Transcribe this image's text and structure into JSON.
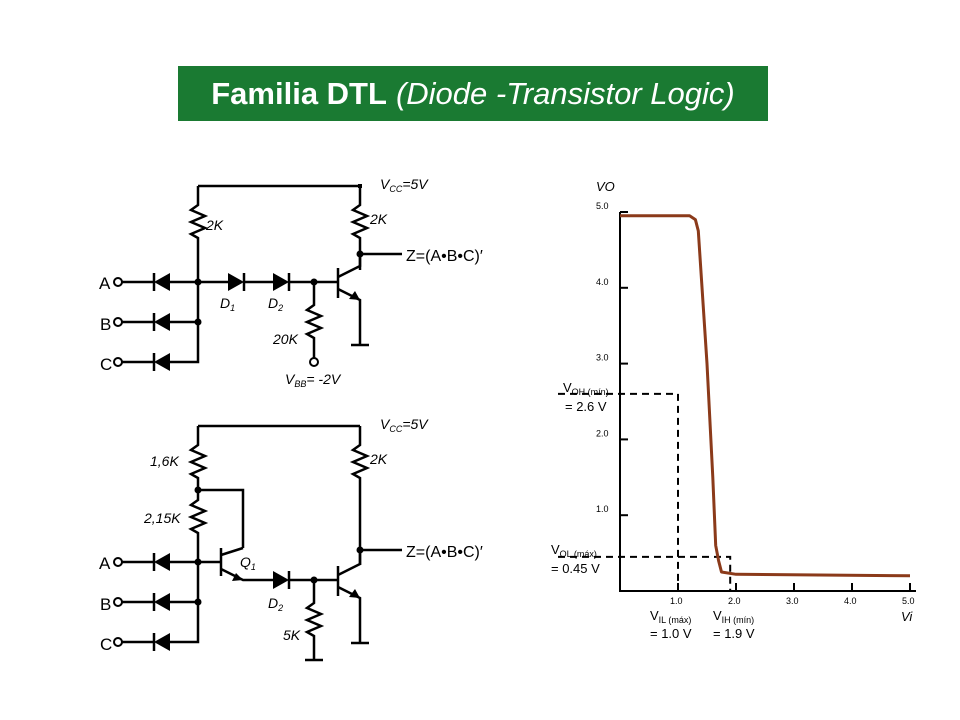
{
  "title": {
    "main": "Familia DTL",
    "sub": "(Diode -Transistor Logic)"
  },
  "colors": {
    "title_bg": "#1a7a32",
    "title_text": "#ffffff",
    "curve": "#8b3a1a"
  },
  "circuit1": {
    "inputs": [
      "A",
      "B",
      "C"
    ],
    "vcc_base": "V",
    "vcc_sub": "CC",
    "vcc_rest": "=5V",
    "r1": "2K",
    "r2": "2K",
    "r3": "20K",
    "d1_base": "D",
    "d1_sub": "1",
    "d2_base": "D",
    "d2_sub": "2",
    "vbb_base": "V",
    "vbb_sub": "BB",
    "vbb_rest": "= -2V",
    "output": "Z=(A•B•C)′"
  },
  "circuit2": {
    "inputs": [
      "A",
      "B",
      "C"
    ],
    "vcc_base": "V",
    "vcc_sub": "CC",
    "vcc_rest": "=5V",
    "r1": "1,6K",
    "r2": "2,15K",
    "r3": "2K",
    "r4": "5K",
    "q1_base": "Q",
    "q1_sub": "1",
    "d2_base": "D",
    "d2_sub": "2",
    "output": "Z=(A•B•C)′"
  },
  "chart_data": {
    "type": "line",
    "xlabel": "Vi",
    "ylabel": "VO",
    "xlim": [
      0,
      5.0
    ],
    "ylim": [
      0,
      5.0
    ],
    "x_ticks": [
      "1.0",
      "2.0",
      "3.0",
      "4.0",
      "5.0"
    ],
    "y_ticks": [
      "1.0",
      "2.0",
      "3.0",
      "4.0",
      "5.0"
    ],
    "series": [
      {
        "x": [
          0,
          1.2,
          1.3,
          1.35,
          1.5,
          1.6,
          1.65,
          1.7,
          1.75,
          2.0,
          5.0
        ],
        "y": [
          4.95,
          4.95,
          4.9,
          4.75,
          3.0,
          1.5,
          0.6,
          0.4,
          0.25,
          0.22,
          0.2
        ]
      }
    ],
    "annotations": {
      "voh": {
        "base": "V",
        "sub": "OH (mín)",
        "value": "= 2.6 V",
        "y": 2.6
      },
      "vol": {
        "base": "V",
        "sub": "OL (máx)",
        "value": "= 0.45 V",
        "y": 0.45
      },
      "vil": {
        "base": "V",
        "sub": "IL (máx)",
        "value": "= 1.0 V",
        "x": 1.0
      },
      "vih": {
        "base": "V",
        "sub": "IH (mín)",
        "value": "= 1.9 V",
        "x": 1.9
      }
    }
  }
}
